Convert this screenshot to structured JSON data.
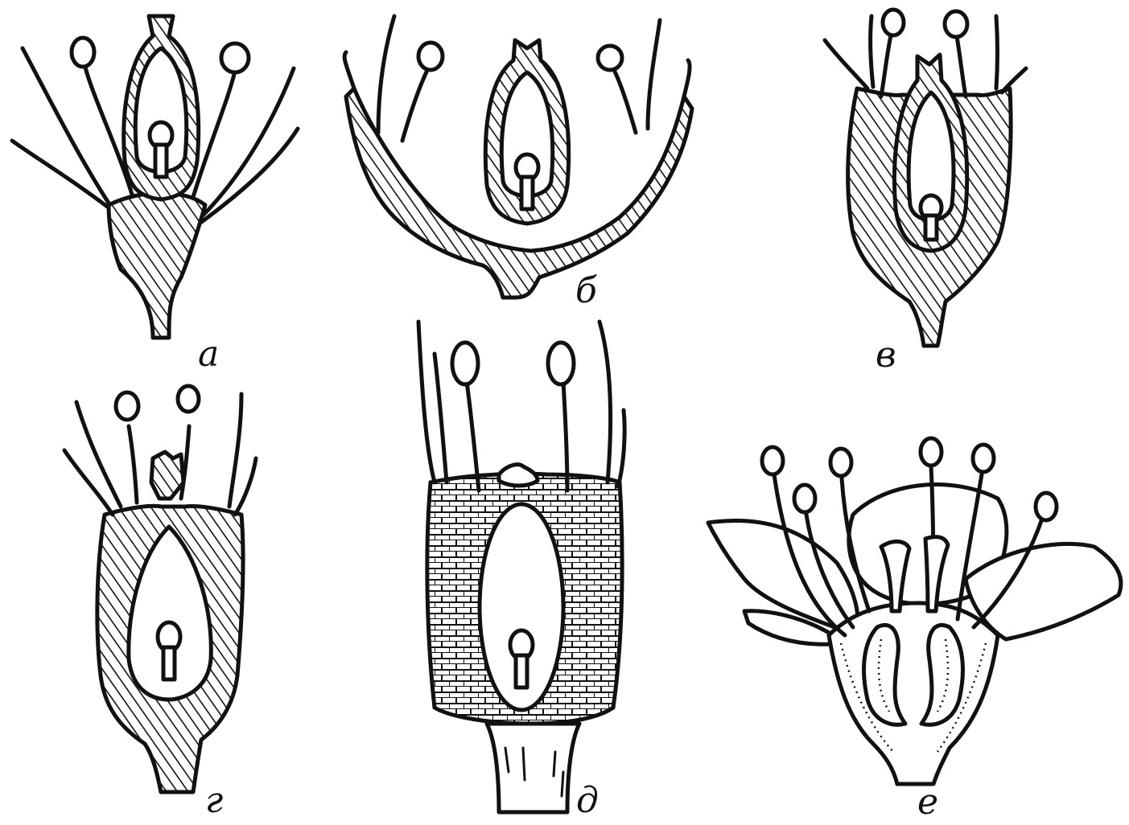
{
  "figure": {
    "panels": [
      {
        "label": "а"
      },
      {
        "label": "б"
      },
      {
        "label": "в"
      },
      {
        "label": "г"
      },
      {
        "label": "д"
      },
      {
        "label": "е"
      }
    ]
  }
}
